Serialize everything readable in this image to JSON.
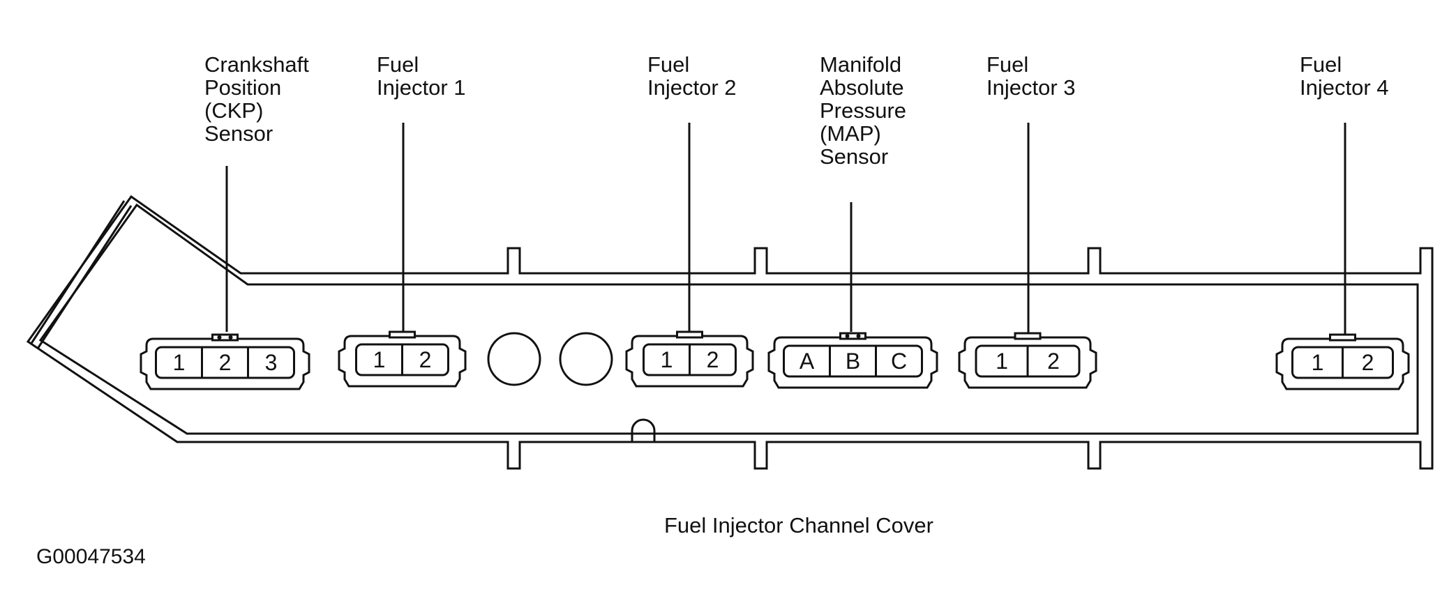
{
  "diagram": {
    "caption": "Fuel Injector Channel Cover",
    "figure_id": "G00047534",
    "components": [
      {
        "id": "ckp",
        "label_lines": [
          "Crankshaft",
          "Position",
          "(CKP)",
          "Sensor"
        ],
        "pins": [
          "1",
          "2",
          "3"
        ]
      },
      {
        "id": "inj1",
        "label_lines": [
          "Fuel",
          "Injector 1"
        ],
        "pins": [
          "1",
          "2"
        ]
      },
      {
        "id": "inj2",
        "label_lines": [
          "Fuel",
          "Injector 2"
        ],
        "pins": [
          "1",
          "2"
        ]
      },
      {
        "id": "map",
        "label_lines": [
          "Manifold",
          "Absolute",
          "Pressure",
          "(MAP)",
          "Sensor"
        ],
        "pins": [
          "A",
          "B",
          "C"
        ]
      },
      {
        "id": "inj3",
        "label_lines": [
          "Fuel",
          "Injector 3"
        ],
        "pins": [
          "1",
          "2"
        ]
      },
      {
        "id": "inj4",
        "label_lines": [
          "Fuel",
          "Injector 4"
        ],
        "pins": [
          "1",
          "2"
        ]
      }
    ]
  }
}
